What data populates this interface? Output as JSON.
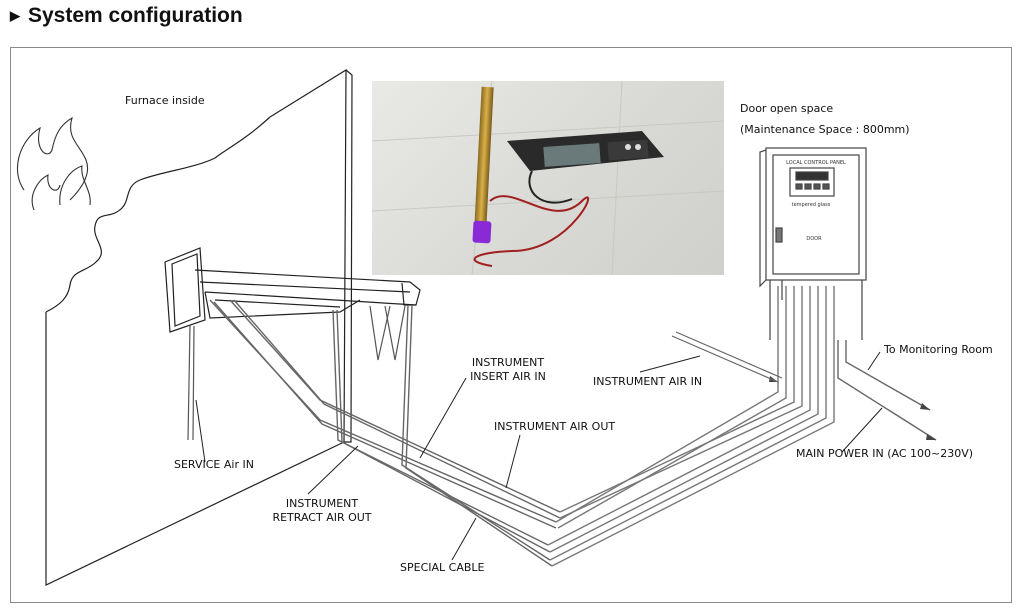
{
  "header": {
    "title": "System configuration"
  },
  "labels": {
    "furnace_inside": "Furnace inside",
    "door_open_space": "Door open space",
    "maintenance_space": "(Maintenance Space : 800mm)",
    "to_monitoring_room": "To Monitoring Room",
    "instrument_insert_air_in_1": "INSTRUMENT",
    "instrument_insert_air_in_2": "INSERT AIR IN",
    "instrument_air_in": "INSTRUMENT AIR IN",
    "instrument_air_out": "INSTRUMENT AIR OUT",
    "service_air_in": "SERVICE Air IN",
    "main_power_in": "MAIN POWER IN (AC 100~230V)",
    "instrument_retract_air_out_1": "INSTRUMENT",
    "instrument_retract_air_out_2": "RETRACT AIR OUT",
    "special_cable": "SPECIAL CABLE"
  },
  "panel": {
    "title": "LOCAL CONTROL PANEL",
    "glass": "tempered glass",
    "door": "DOOR"
  }
}
